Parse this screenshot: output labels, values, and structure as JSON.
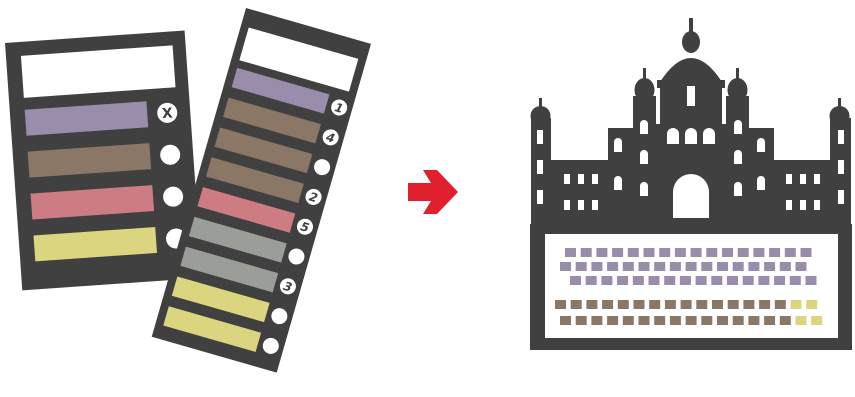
{
  "colors": {
    "ballot": "#404040",
    "paper": "#ffffff",
    "purple": "#9a8cab",
    "brown": "#8a7766",
    "pink": "#cd7c84",
    "grey": "#9b9d98",
    "yellow": "#dcd57f",
    "arrow": "#e0202e"
  },
  "ballot_first_past_the_post": {
    "parties": [
      {
        "color": "purple",
        "mark": "X"
      },
      {
        "color": "brown",
        "mark": ""
      },
      {
        "color": "pink",
        "mark": ""
      },
      {
        "color": "yellow",
        "mark": ""
      }
    ]
  },
  "ballot_ranked": {
    "parties": [
      {
        "color": "purple",
        "rank": "1"
      },
      {
        "color": "brown",
        "rank": "4"
      },
      {
        "color": "brown",
        "rank": ""
      },
      {
        "color": "brown",
        "rank": "2"
      },
      {
        "color": "pink",
        "rank": "5"
      },
      {
        "color": "grey",
        "rank": ""
      },
      {
        "color": "grey",
        "rank": "3"
      },
      {
        "color": "yellow",
        "rank": ""
      },
      {
        "color": "yellow",
        "rank": ""
      }
    ]
  },
  "arrow_icon": "arrow-right-icon",
  "parliament_icon": "parliament-building-icon",
  "seats": {
    "upper_block": [
      {
        "color": "purple",
        "count": 16
      },
      {
        "color": "purple",
        "count": 16
      },
      {
        "color": "purple",
        "count": 16
      }
    ],
    "lower_block": [
      [
        {
          "color": "brown",
          "count": 15
        },
        {
          "color": "yellow",
          "count": 2
        }
      ],
      [
        {
          "color": "brown",
          "count": 15
        },
        {
          "color": "yellow",
          "count": 2
        }
      ]
    ]
  }
}
